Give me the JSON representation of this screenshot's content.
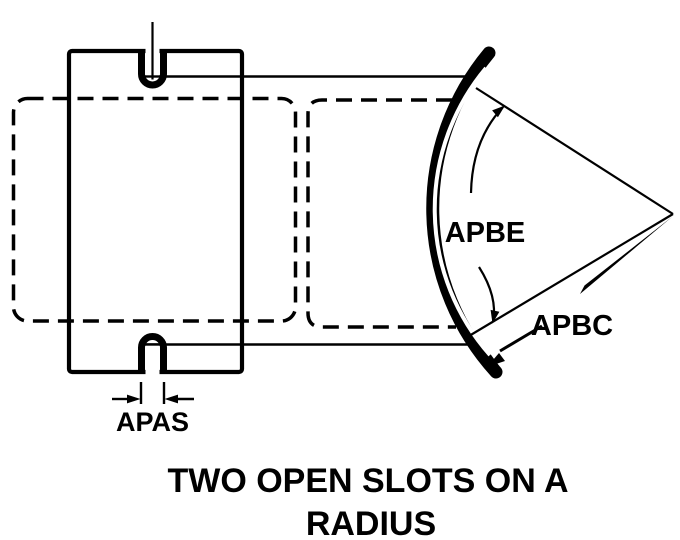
{
  "figure": {
    "caption": {
      "line1": "TWO OPEN SLOTS ON A",
      "line2": "RADIUS"
    },
    "dimension_labels": {
      "apas": "APAS",
      "apbe": "APBE",
      "apbc": "APBC"
    },
    "colors": {
      "ink": "#000000",
      "background": "#ffffff"
    }
  }
}
